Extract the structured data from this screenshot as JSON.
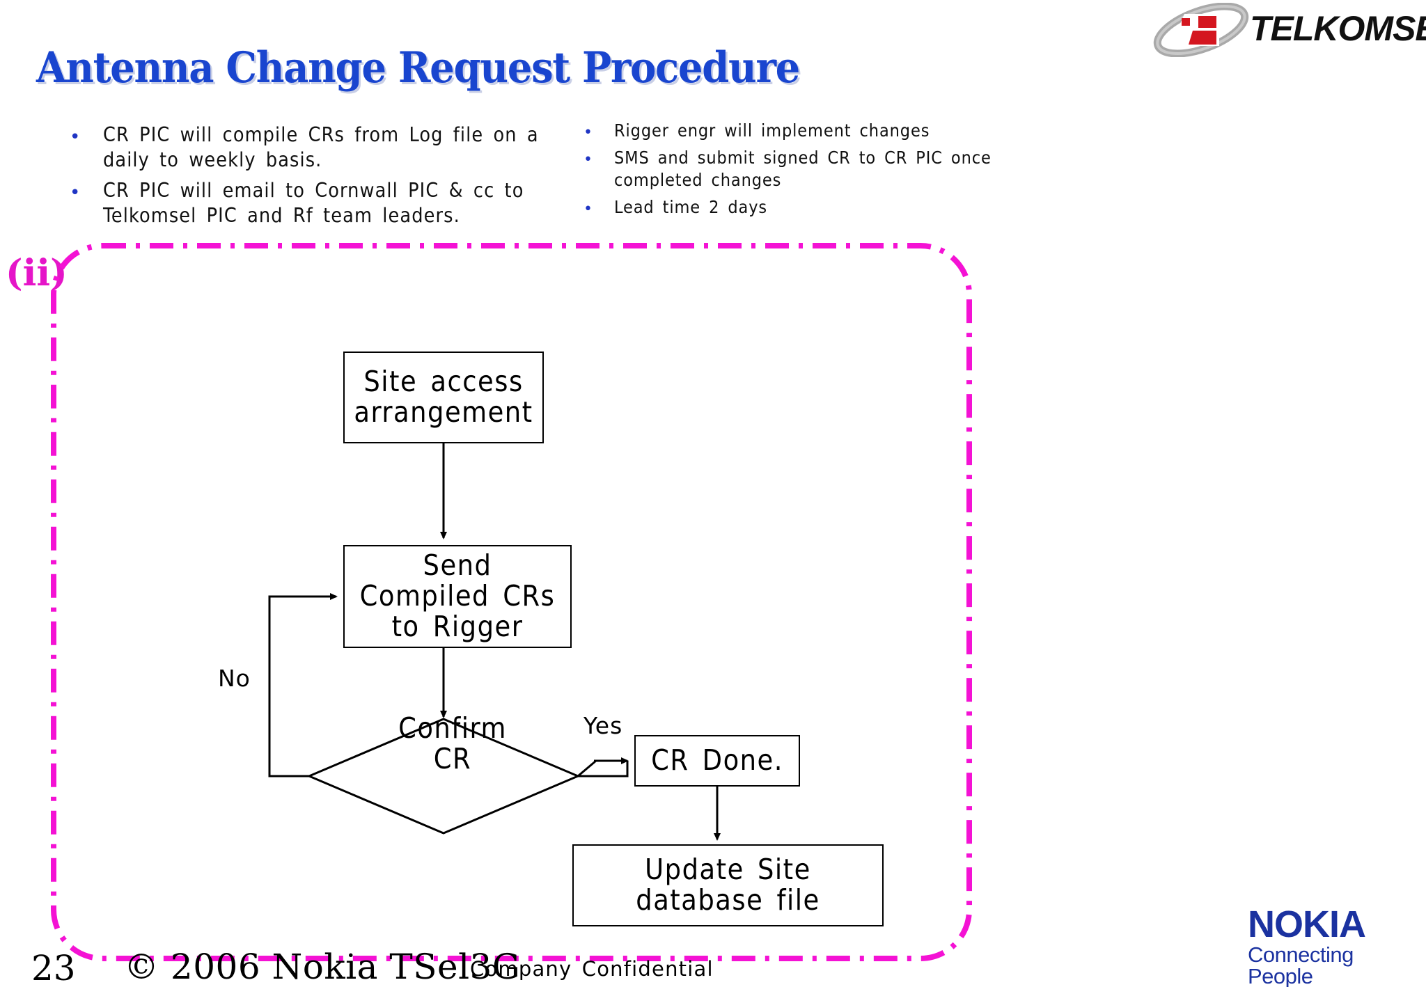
{
  "header": {
    "title": "Antenna Change Request Procedure",
    "brand_logo": {
      "name": "telkomsel-logo",
      "wordmark": "TELKOMSEL",
      "swoosh_color": "#A8A8A8",
      "mark_color": "#D4161F"
    }
  },
  "bullets": {
    "left": [
      "CR PIC will compile CRs from Log file on a daily to weekly basis.",
      "CR PIC will email to Cornwall PIC & cc to Telkomsel PIC and Rf team leaders."
    ],
    "right": [
      "Rigger engr will implement changes",
      "SMS and submit signed CR to CR PIC once completed changes",
      "Lead time 2 days"
    ],
    "bullet_glyph": "•",
    "bullet_color": "#1F35C4"
  },
  "section_marker": {
    "label": "(ii)",
    "color": "#E515C8"
  },
  "frame": {
    "style": "dash-dot",
    "color": "#F412D4",
    "corner_radius": 70
  },
  "flowchart": {
    "nodes": [
      {
        "id": "site-access",
        "shape": "rect",
        "text": "Site access\narrangement"
      },
      {
        "id": "send-crs",
        "shape": "rect",
        "text": "Send\nCompiled CRs\nto Rigger"
      },
      {
        "id": "confirm-cr",
        "shape": "diamond",
        "text": "Confirm\nCR"
      },
      {
        "id": "cr-done",
        "shape": "rect",
        "text": "CR Done."
      },
      {
        "id": "update-db",
        "shape": "rect",
        "text": "Update Site\ndatabase file"
      }
    ],
    "edges": [
      {
        "from": "site-access",
        "to": "send-crs",
        "label": ""
      },
      {
        "from": "send-crs",
        "to": "confirm-cr",
        "label": ""
      },
      {
        "from": "confirm-cr",
        "to": "send-crs",
        "label": "No"
      },
      {
        "from": "confirm-cr",
        "to": "cr-done",
        "label": "Yes"
      },
      {
        "from": "cr-done",
        "to": "update-db",
        "label": ""
      }
    ],
    "labels": {
      "no": "No",
      "yes": "Yes"
    },
    "line_color": "#000000"
  },
  "footer": {
    "page_number": "23",
    "copyright": "© 2006  Nokia TSel3G",
    "confidentiality": "Company Confidential",
    "nokia_logo": {
      "wordmark": "NOKIA",
      "tagline": "Connecting People",
      "color": "#1B32A0"
    }
  }
}
